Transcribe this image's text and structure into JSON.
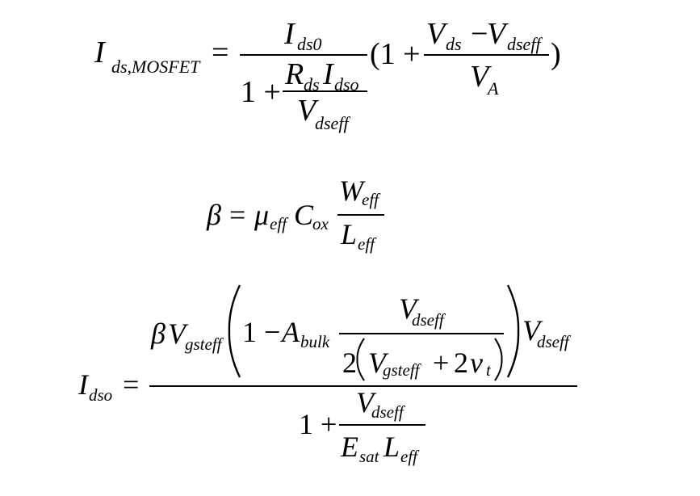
{
  "eq1": {
    "lhs": "I",
    "lhs_sub": "ds,MOSFET",
    "equals": "=",
    "num_var": "I",
    "num_sub": "ds0",
    "den_one_plus": "1 +",
    "inner_num_r": "R",
    "inner_num_r_sub": "ds",
    "inner_num_i": "I",
    "inner_num_i_sub": "dso",
    "inner_den_v": "V",
    "inner_den_v_sub": "dseff",
    "open_one_plus": "(1 +",
    "right_num_v1": "V",
    "right_num_v1_sub": "ds",
    "minus": "−",
    "right_num_v2": "V",
    "right_num_v2_sub": "dseff",
    "right_den_v": "V",
    "right_den_v_sub": "A",
    "close_paren": ")"
  },
  "eq2": {
    "lhs": "β",
    "equals": "=",
    "mu": "μ",
    "mu_sub": "eff",
    "c": "C",
    "c_sub": "ox",
    "num_w": "W",
    "num_w_sub": "eff",
    "den_l": "L",
    "den_l_sub": "eff"
  },
  "eq3": {
    "lhs": "I",
    "lhs_sub": "dso",
    "equals": "=",
    "beta": "β",
    "v_gs": "V",
    "v_gs_sub": "gsteff",
    "one_minus": "1 −",
    "a": "A",
    "a_sub": "bulk",
    "frac_num_v": "V",
    "frac_num_v_sub": "dseff",
    "frac_den_two": "2",
    "frac_den_v": "V",
    "frac_den_v_sub": "gsteff",
    "frac_den_plus": "+",
    "frac_den_two2": "2",
    "frac_den_nu": "v",
    "frac_den_nu_sub": "t",
    "v_ds": "V",
    "v_ds_sub": "dseff",
    "den_one_plus": "1 +",
    "den_num_v": "V",
    "den_num_v_sub": "dseff",
    "den_den_e": "E",
    "den_den_e_sub": "sat",
    "den_den_l": "L",
    "den_den_l_sub": "eff"
  }
}
